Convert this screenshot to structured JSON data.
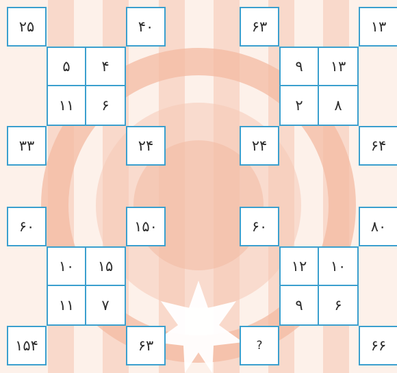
{
  "puzzles": [
    {
      "corners": {
        "top_left": "۲۵",
        "top_right": "۴۰",
        "bottom_left": "۳۳",
        "bottom_right": "۲۴"
      },
      "center": {
        "r1c1": "۵",
        "r1c2": "۴",
        "r2c1": "۱۱",
        "r2c2": "۶"
      }
    },
    {
      "corners": {
        "top_left": "۶۳",
        "top_right": "۱۳",
        "bottom_left": "۲۴",
        "bottom_right": "۶۴"
      },
      "center": {
        "r1c1": "۹",
        "r1c2": "۱۳",
        "r2c1": "۲",
        "r2c2": "۸"
      }
    },
    {
      "corners": {
        "top_left": "۶۰",
        "top_right": "۱۵۰",
        "bottom_left": "۱۵۴",
        "bottom_right": "۶۳"
      },
      "center": {
        "r1c1": "۱۰",
        "r1c2": "۱۵",
        "r2c1": "۱۱",
        "r2c2": "۷"
      }
    },
    {
      "corners": {
        "top_left": "۶۰",
        "top_right": "۸۰",
        "bottom_left": "?",
        "bottom_right": "۶۶"
      },
      "center": {
        "r1c1": "۱۲",
        "r1c2": "۱۰",
        "r2c1": "۹",
        "r2c2": "۶"
      }
    }
  ],
  "colors": {
    "grid_border": "#3a9fce",
    "background_stripes": "#f3b9a2",
    "cell_fill": "#ffffff"
  }
}
